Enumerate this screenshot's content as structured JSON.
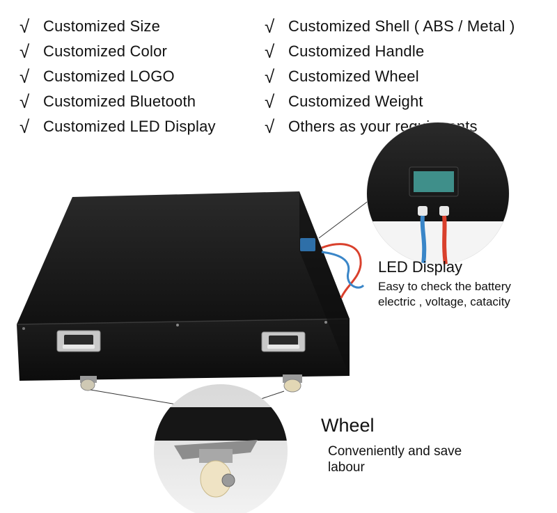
{
  "features": {
    "check_glyph": "√",
    "left": [
      "Customized Size",
      "Customized Color",
      "Customized LOGO",
      "Customized Bluetooth",
      "Customized LED Display"
    ],
    "right": [
      "Customized Shell ( ABS / Metal )",
      "Customized Handle",
      "Customized Wheel",
      "Customized Weight",
      "Others as your requirments"
    ]
  },
  "led_callout": {
    "title": "LED Display",
    "description_line1": "Easy to check the battery",
    "description_line2": "electric , voltage, catacity"
  },
  "wheel_callout": {
    "title": "Wheel",
    "description_line1": "Conveniently and save",
    "description_line2": "labour"
  },
  "colors": {
    "battery_body": "#151515",
    "led_screen": "#3f8f8a",
    "wire_red": "#d9402c",
    "wire_blue": "#3a86c8",
    "wheel": "#efe3c4"
  }
}
